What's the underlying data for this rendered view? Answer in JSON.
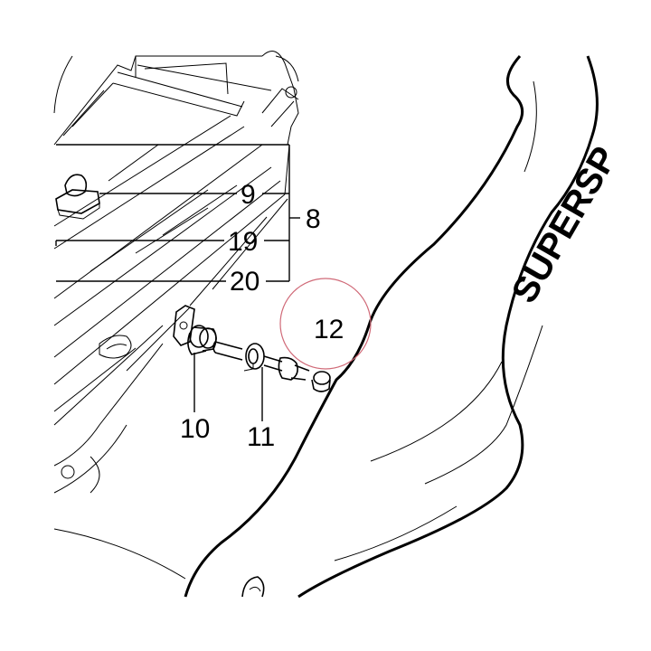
{
  "diagram": {
    "brand_text": "SUPERSP",
    "highlight_color": "#d06a78",
    "line_color": "#000000",
    "background": "#ffffff",
    "callouts": {
      "c8": "8",
      "c9": "9",
      "c19": "19",
      "c20": "20",
      "c10": "10",
      "c11": "11",
      "c12": "12"
    }
  }
}
